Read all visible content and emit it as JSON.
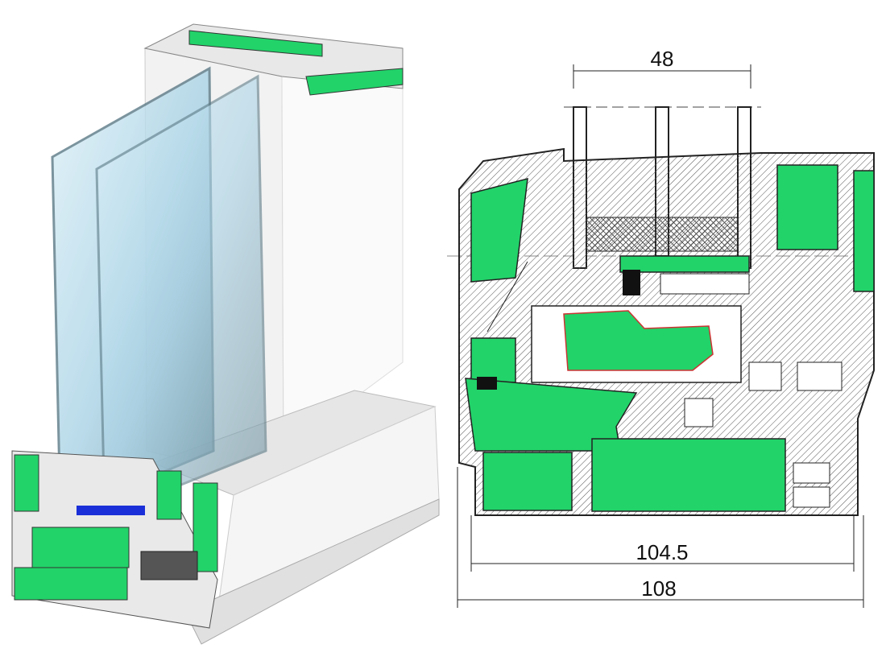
{
  "diagram": {
    "dimensions": {
      "glazing_width": "48",
      "frame_inner_depth": "104.5",
      "frame_total_depth": "108"
    },
    "colors": {
      "insulation": "#22d36a",
      "profile_outline": "#333333",
      "glass": "#bfe0ee",
      "gasket_blue": "#1a2fd8"
    }
  }
}
